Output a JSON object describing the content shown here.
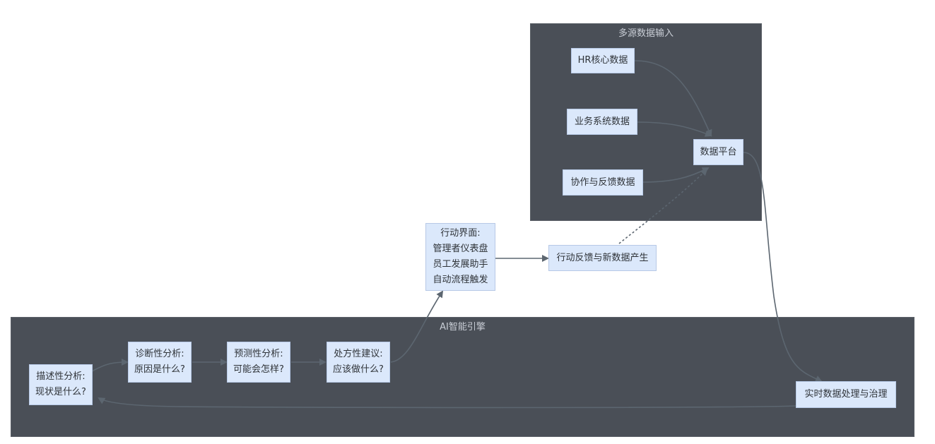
{
  "clusters": {
    "sources": {
      "title": "多源数据输入"
    },
    "ai": {
      "title": "AI智能引擎"
    }
  },
  "nodes": {
    "hr": "HR核心数据",
    "business": "业务系统数据",
    "collab": "协作与反馈数据",
    "platform": "数据平台",
    "realtime": "实时数据处理与治理",
    "descriptive": "描述性分析:\n现状是什么?",
    "diagnostic": "诊断性分析:\n原因是什么?",
    "predictive": "预测性分析:\n可能会怎样?",
    "prescriptive": "处方性建议:\n应该做什么?",
    "action": "行动界面:\n管理者仪表盘\n员工发展助手\n自动流程触发",
    "feedback": "行动反馈与新数据产生"
  },
  "colors": {
    "cluster_bg": "#4a4f57",
    "node_bg": "#dbe8fb",
    "edge": "#5c6670"
  }
}
